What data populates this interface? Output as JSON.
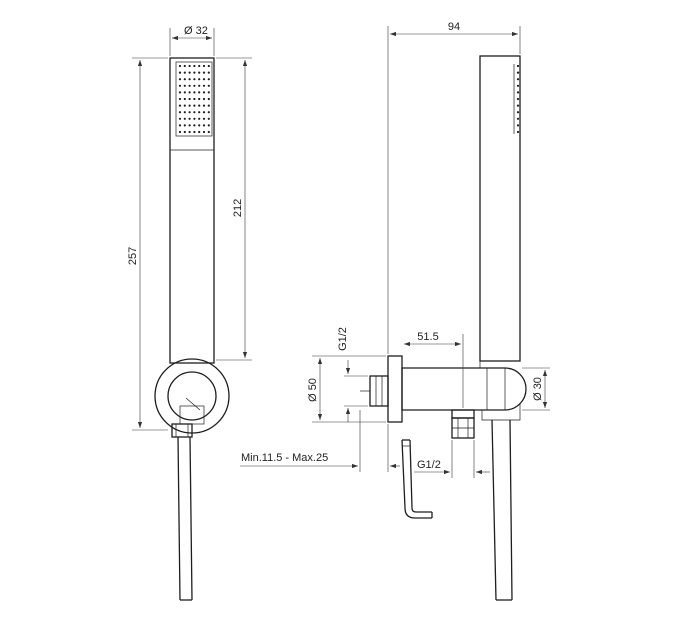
{
  "dimensions": {
    "handle_diameter": "Ø 32",
    "total_height": "257",
    "body_height": "212",
    "total_depth": "94",
    "outlet_distance": "51.5",
    "inlet_thread": "G1/2",
    "outlet_thread": "G1/2",
    "flange_diameter": "Ø 50",
    "holder_diameter": "Ø 30",
    "adjustment_range": "Min.11.5 - Max.25"
  }
}
